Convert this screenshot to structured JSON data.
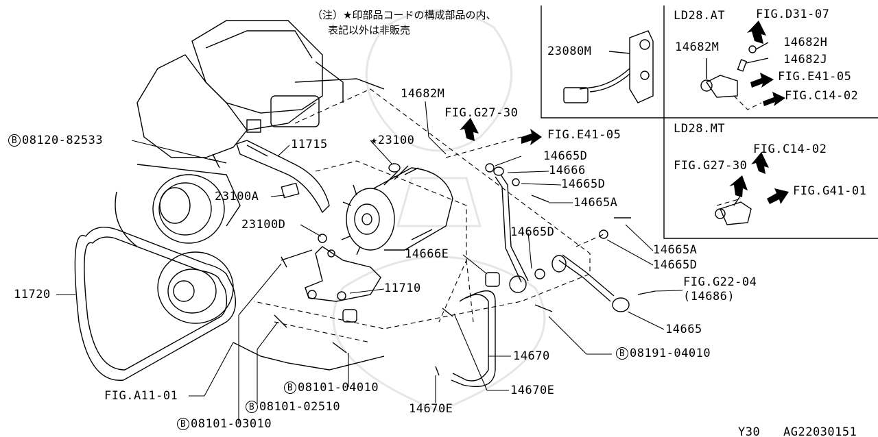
{
  "note": {
    "line1": "（注）★印部品コードの構成部品の内、",
    "line2": "表記以外は非販売"
  },
  "bolt_mark": "B",
  "labels": {
    "p08120_82533": "08120-82533",
    "p11715": "11715",
    "p23100_star": "★23100",
    "p14682M_main": "14682M",
    "figG27_30_main": "FIG.G27-30",
    "figE41_05_main": "FIG.E41-05",
    "p14665D_1": "14665D",
    "p14666": "14666",
    "p14665D_2": "14665D",
    "p14665A_1": "14665A",
    "p23100A": "23100A",
    "p23100D": "23100D",
    "p14665D_3": "14665D",
    "p14666E": "14666E",
    "p14665A_2": "14665A",
    "p14665D_4": "14665D",
    "figG22_04": "FIG.G22-04",
    "p14686": "(14686)",
    "p11710": "11710",
    "p11720": "11720",
    "p14665": "14665",
    "p08191_04010": "08191-04010",
    "p14670": "14670",
    "p08101_04010": "08101-04010",
    "p14670E_1": "14670E",
    "figA11_01": "FIG.A11-01",
    "p08101_02510": "08101-02510",
    "p14670E_2": "14670E",
    "p08101_03010": "08101-03010"
  },
  "inset_top_mid": {
    "part": "23080M"
  },
  "inset_at": {
    "title": "LD28.AT",
    "fig_d31": "FIG.D31-07",
    "p14682H": "14682H",
    "p14682M": "14682M",
    "p14682J": "14682J",
    "fig_e41": "FIG.E41-05",
    "fig_c14": "FIG.C14-02"
  },
  "inset_mt": {
    "title": "LD28.MT",
    "fig_c14": "FIG.C14-02",
    "fig_g27": "FIG.G27-30",
    "fig_g41": "FIG.G41-01"
  },
  "footer": {
    "code1": "Y30",
    "code2": "AG22030151"
  }
}
